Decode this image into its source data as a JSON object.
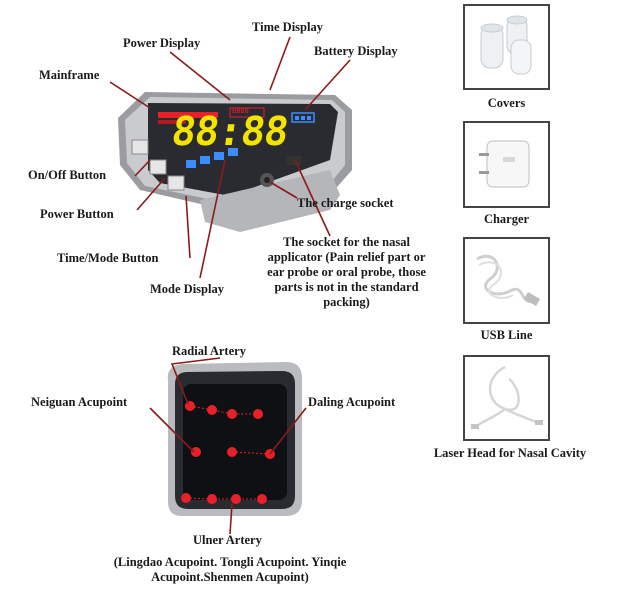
{
  "device_labels": {
    "power_display": "Power Display",
    "time_display": "Time Display",
    "battery_display": "Battery Display",
    "mainframe": "Mainframe",
    "on_off_button": "On/Off Button",
    "power_button": "Power Button",
    "time_mode_button": "Time/Mode Button",
    "mode_display": "Mode Display",
    "charge_socket": "The charge socket",
    "nasal_socket_note": "The socket for the nasal applicator (Pain relief part or ear probe or oral probe, those parts is not in the standard packing)"
  },
  "device_screen": {
    "time_digits": "88:88",
    "indicator_text": "BBB8"
  },
  "accessories": [
    {
      "name": "covers-icon",
      "caption": "Covers"
    },
    {
      "name": "charger-icon",
      "caption": "Charger"
    },
    {
      "name": "usb-cable-icon",
      "caption": "USB Line"
    },
    {
      "name": "laser-head-icon",
      "caption": "Laser Head for Nasal Cavity"
    }
  ],
  "acupoint_labels": {
    "radial_artery": "Radial Artery",
    "neiguan": "Neiguan Acupoint",
    "daling": "Daling Acupoint",
    "ulner_artery": "Ulner Artery",
    "ulner_note": "(Lingdao Acupoint. Tongli Acupoint. Yinqie Acupoint.Shenmen Acupoint)"
  },
  "colors": {
    "leader_line": "#8b1a1a",
    "laser_dot": "#e8202a",
    "digits": "#f3e400",
    "screen_bg": "#111218"
  }
}
